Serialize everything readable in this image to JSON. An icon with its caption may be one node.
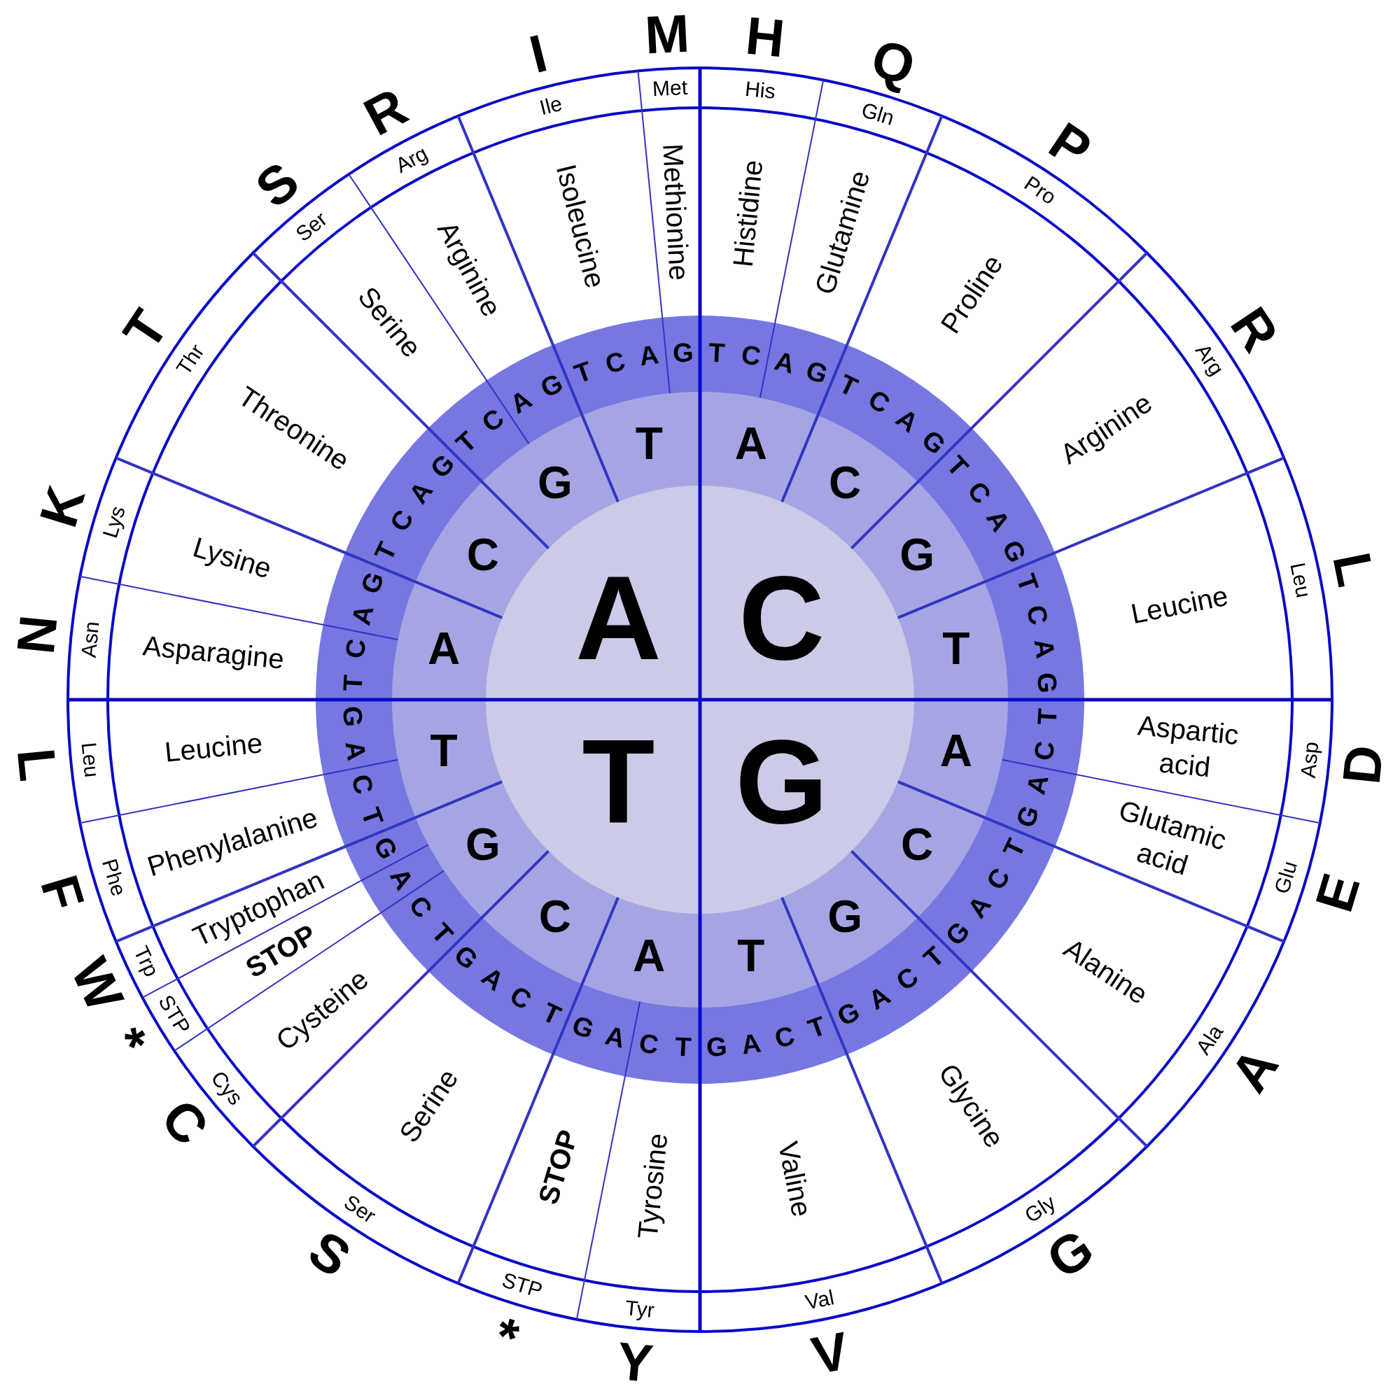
{
  "diagram": {
    "labels": [
      "A",
      "C",
      "T",
      "G",
      "A",
      "C",
      "G",
      "T",
      "A",
      "C",
      "G",
      "T",
      "A",
      "C",
      "G",
      "T",
      "A",
      "C",
      "G",
      "T",
      "T",
      "C",
      "A",
      "G",
      "T",
      "C",
      "A",
      "G",
      "T",
      "C",
      "A",
      "G",
      "T",
      "C",
      "A",
      "G",
      "T",
      "C",
      "A",
      "G",
      "T",
      "C",
      "A",
      "G",
      "T",
      "C",
      "A",
      "G",
      "T",
      "C",
      "A",
      "G",
      "T",
      "C",
      "A",
      "G",
      "T",
      "C",
      "A",
      "G",
      "T",
      "C",
      "A",
      "G",
      "T",
      "C",
      "A",
      "G",
      "T",
      "C",
      "A",
      "G",
      "T",
      "C",
      "A",
      "G",
      "T",
      "C",
      "A",
      "G",
      "T",
      "C",
      "A",
      "G",
      "Histidine",
      "Glutamine",
      "Proline",
      "Arginine",
      "Leucine",
      "Aspartic acid",
      "Glutamic acid",
      "Alanine",
      "Glycine",
      "Valine",
      "Tyrosine",
      "STOP",
      "Serine",
      "Cysteine",
      "STOP",
      "Tryptophan",
      "Phenylalanine",
      "Leucine",
      "Asparagine",
      "Lysine",
      "Threonine",
      "Serine",
      "Arginine",
      "Isoleucine",
      "Methionine",
      "His",
      "Gln",
      "Pro",
      "Arg",
      "Leu",
      "Asp",
      "Glu",
      "Ala",
      "Gly",
      "Val",
      "Tyr",
      "STP",
      "Ser",
      "Cys",
      "STP",
      "Trp",
      "Phe",
      "Leu",
      "Asn",
      "Lys",
      "Thr",
      "Ser",
      "Arg",
      "Ile",
      "Met",
      "H",
      "Q",
      "P",
      "R",
      "L",
      "D",
      "E",
      "A",
      "G",
      "V",
      "Y",
      "*",
      "S",
      "C",
      "*",
      "W",
      "F",
      "L",
      "N",
      "K",
      "T",
      "S",
      "R",
      "I",
      "M"
    ]
  }
}
